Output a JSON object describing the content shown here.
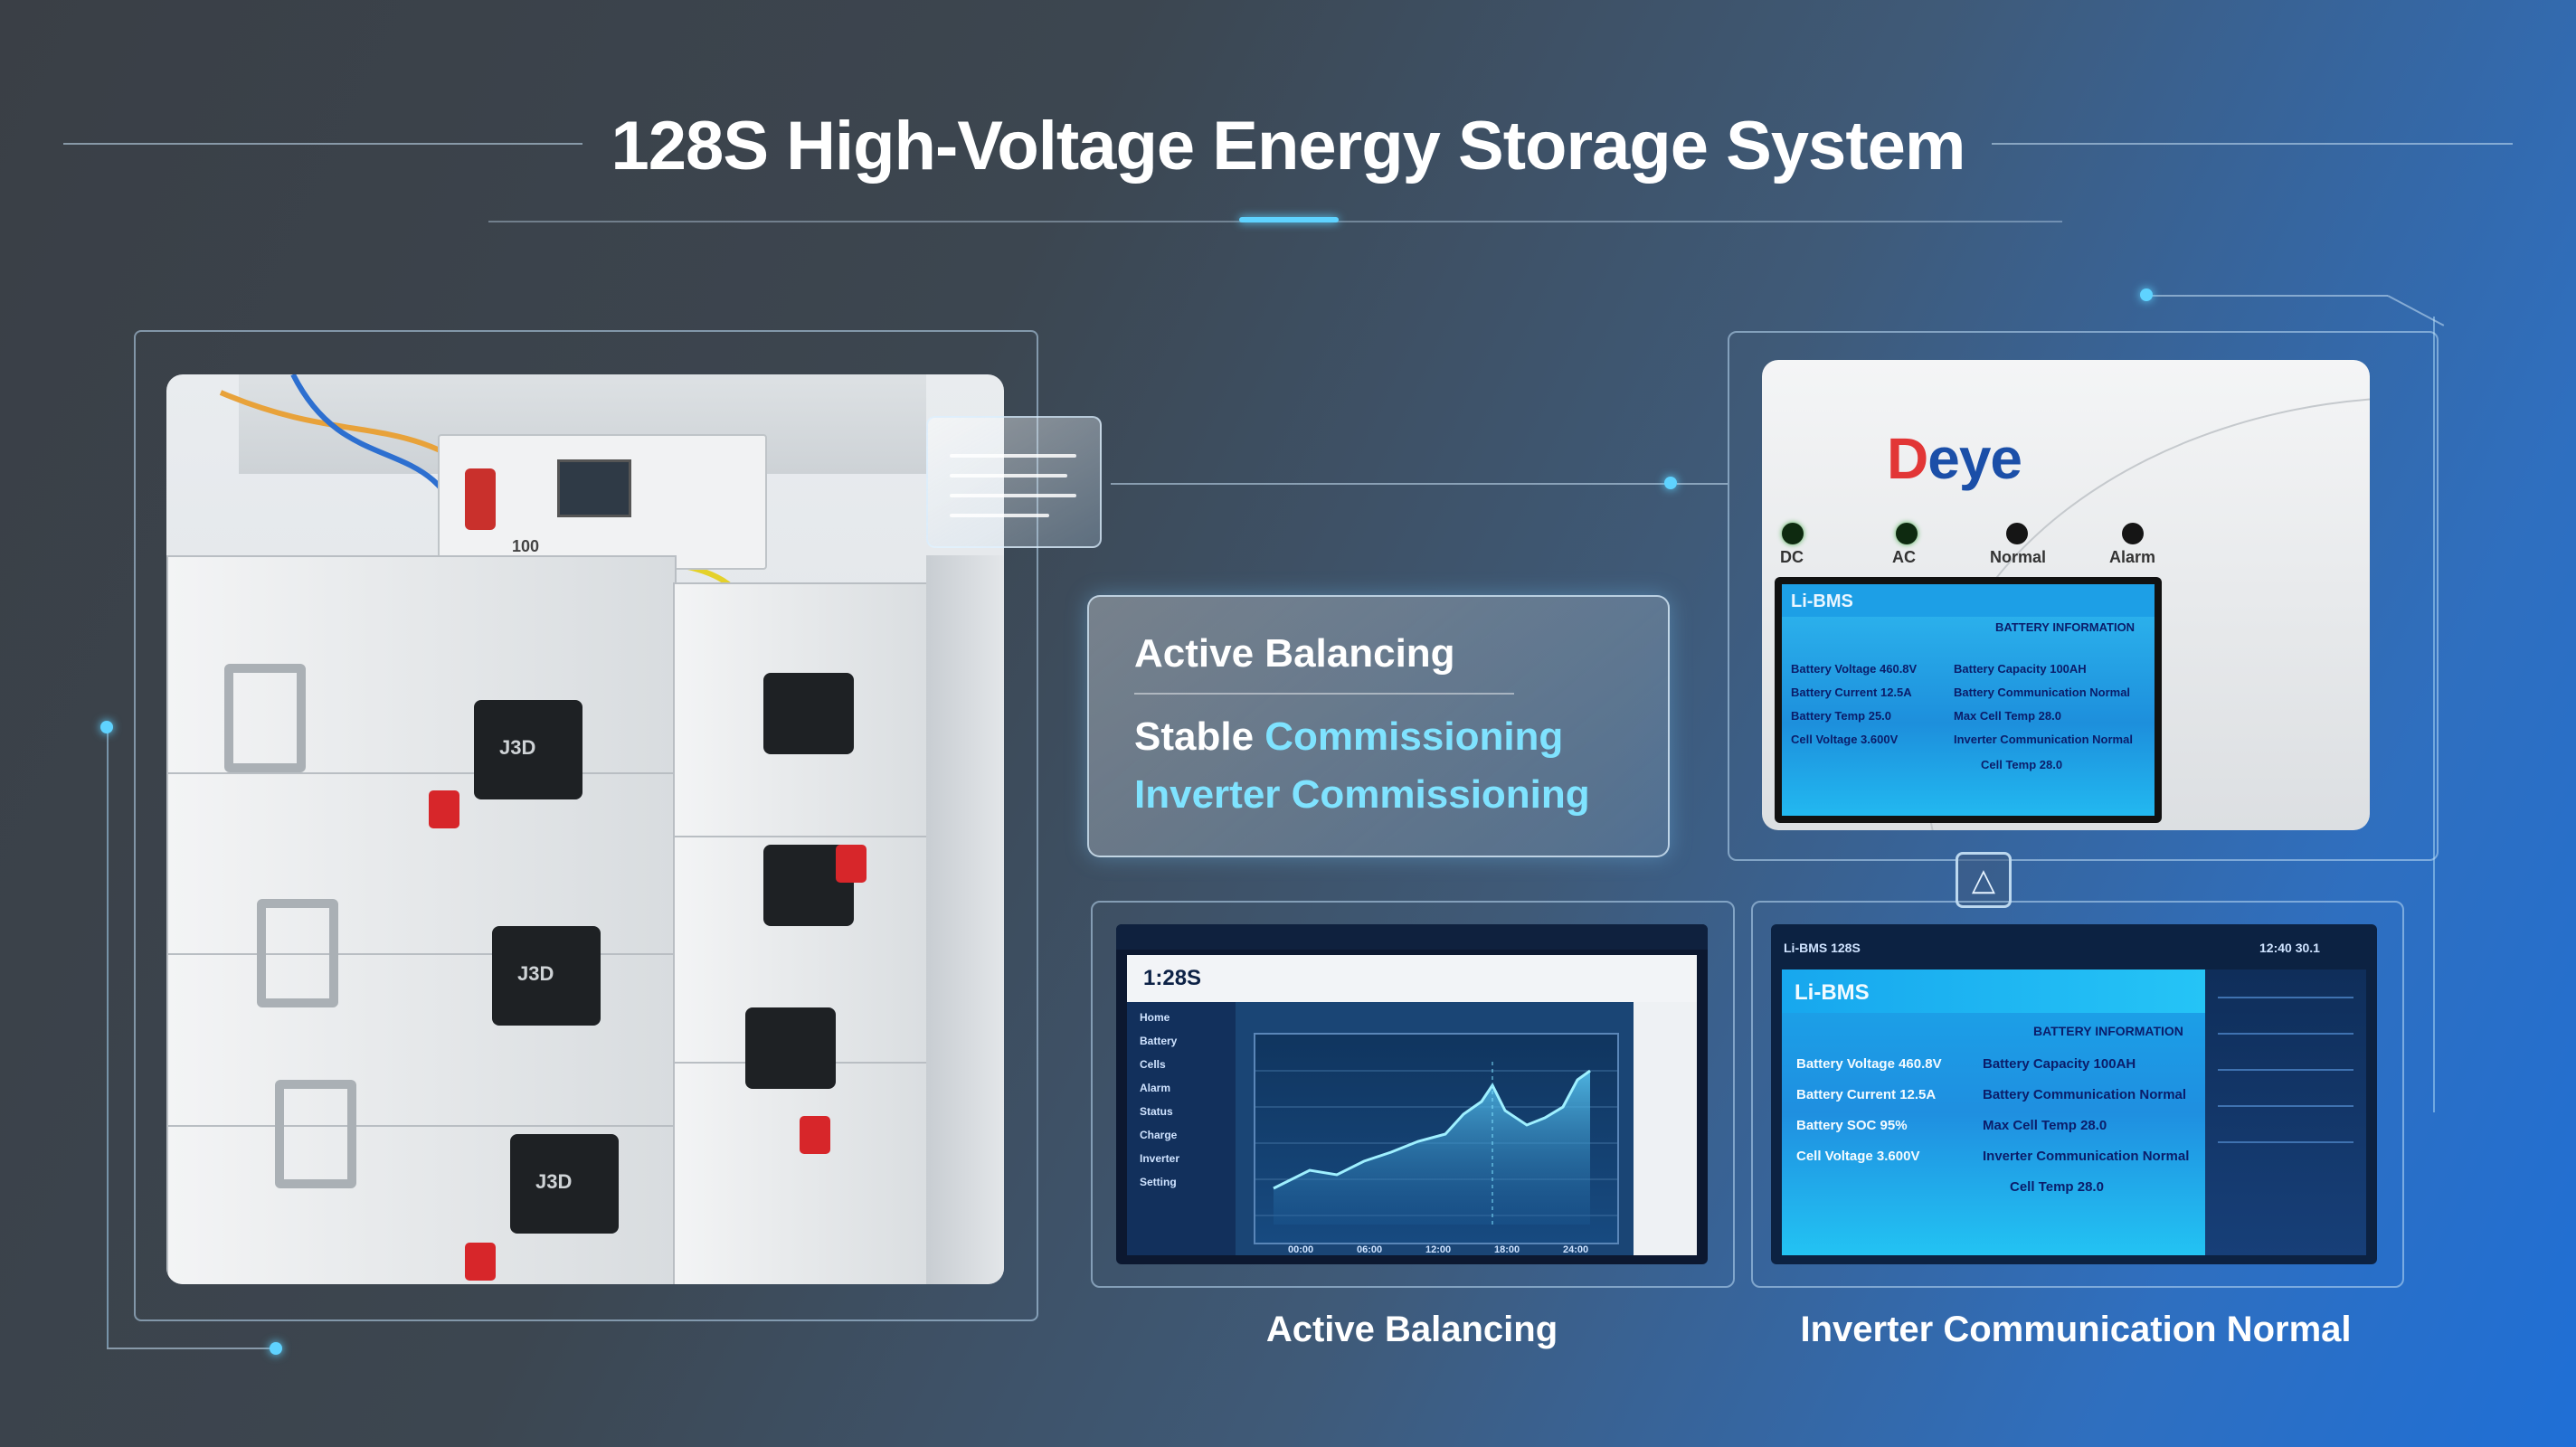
{
  "title": "128S High-Voltage Energy Storage System",
  "photo": {
    "junction_box_labels": [
      "J3D",
      "J3D",
      "J3D"
    ],
    "panel_label": "100"
  },
  "features": {
    "line1": "Active Balancing",
    "line2_a": "Stable ",
    "line2_b": "Commissioning",
    "line3": "Inverter Commissioning"
  },
  "deye": {
    "logo_d": "D",
    "logo_rest": "eye",
    "indicators": [
      "DC",
      "AC",
      "Normal",
      "Alarm"
    ],
    "screen_title": "Li-BMS",
    "screen_lines_left": [
      "Battery Voltage 460.8V",
      "Battery Current 12.5A",
      "Battery Temp 25.0",
      "Cell Voltage 3.600V"
    ],
    "screen_lines_right": [
      "BATTERY INFORMATION",
      "Battery Capacity 100AH",
      "Battery Communication Normal",
      "Max Cell Temp 28.0",
      "Inverter Communication Normal",
      "Cell Temp 28.0"
    ]
  },
  "monitor1": {
    "app_title": "1:28S",
    "sidebar_items": [
      "Home",
      "Battery",
      "Cells",
      "Alarm",
      "Status",
      "Charge",
      "Inverter",
      "Setting"
    ],
    "x_ticks": [
      "00:00",
      "06:00",
      "12:00",
      "18:00",
      "24:00"
    ]
  },
  "monitor2": {
    "header": "Li-BMS",
    "top_left": "Li-BMS 128S",
    "top_right": "12:40 30.1",
    "section": "BATTERY INFORMATION",
    "rows_left": [
      "Battery Voltage 460.8V",
      "Battery Current 12.5A",
      "Battery SOC 95%",
      "Cell Voltage 3.600V"
    ],
    "rows_right": [
      "Battery Capacity 100AH",
      "Battery Communication Normal",
      "Max Cell Temp 28.0",
      "Inverter Communication Normal",
      "Cell Temp 28.0"
    ]
  },
  "captions": {
    "left": "Active Balancing",
    "right": "Inverter Communication Normal"
  }
}
